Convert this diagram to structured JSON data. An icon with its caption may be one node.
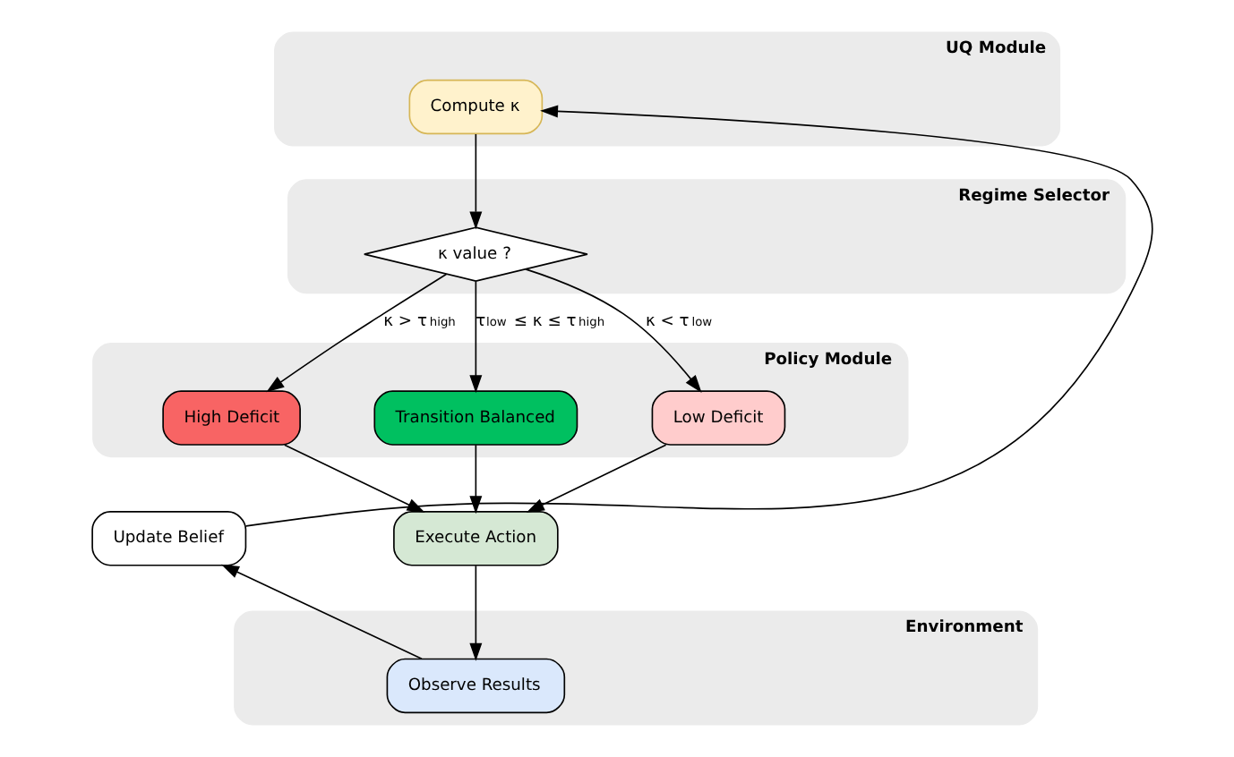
{
  "diagram": {
    "nodes": [
      {
        "text": [
          "UQ Module"
        ]
      },
      {
        "text": [
          "Compute κ"
        ],
        "in": 0
      },
      {
        "text": [
          "Regime Selector"
        ]
      },
      {
        "text": [
          "κ value ?"
        ],
        "in": 2
      },
      {
        "text": [
          "Policy Module"
        ]
      },
      {
        "text": [
          "High Deficit"
        ],
        "in": 4
      },
      {
        "text": [
          "Transition Balanced"
        ],
        "in": 4
      },
      {
        "text": [
          "Low Deficit"
        ],
        "in": 4
      },
      {
        "text": [
          "Update Belief"
        ]
      },
      {
        "text": [
          "Execute Action"
        ]
      },
      {
        "text": [
          "Environment"
        ]
      },
      {
        "text": [
          "Observe Results"
        ],
        "in": 10
      }
    ],
    "edges": [
      {
        "from": 1,
        "to": 3,
        "arrow": "to"
      },
      {
        "from": 3,
        "to": 5,
        "arrow": "to",
        "label": "κ > τ$_{high}$"
      },
      {
        "from": 3,
        "to": 6,
        "arrow": "to",
        "label": "τ$_{low}$ ≤ κ ≤ τ$_{high}$"
      },
      {
        "from": 3,
        "to": 7,
        "arrow": "to",
        "label": "κ < τ$_{low}$"
      },
      {
        "from": 5,
        "to": 9,
        "arrow": "to"
      },
      {
        "from": 6,
        "to": 9,
        "arrow": "to"
      },
      {
        "from": 7,
        "to": 9,
        "arrow": "to"
      },
      {
        "from": 9,
        "to": 11,
        "arrow": "to"
      },
      {
        "from": 11,
        "to": 8,
        "arrow": "to"
      },
      {
        "from": 8,
        "to": 1,
        "arrow": "to"
      }
    ]
  }
}
